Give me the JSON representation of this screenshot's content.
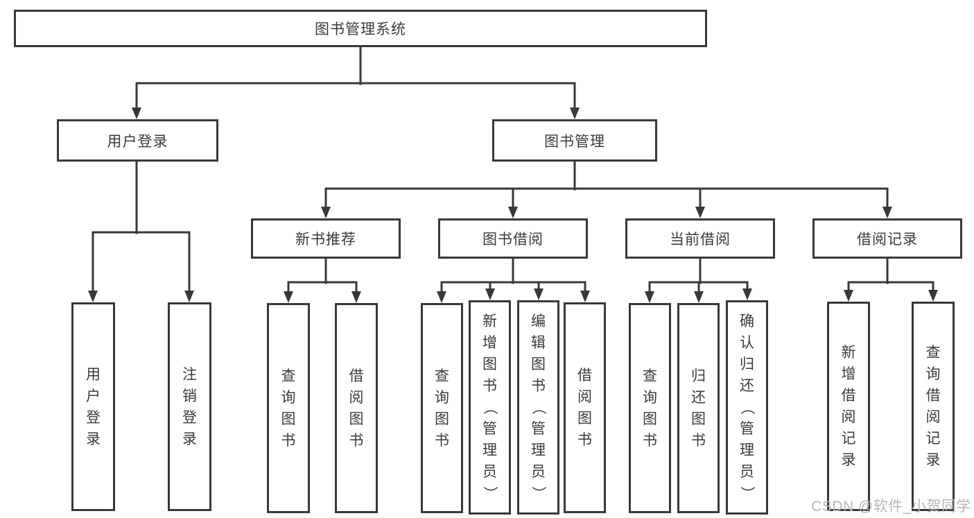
{
  "diagram": {
    "root": {
      "label": "图书管理系统"
    },
    "level2": [
      {
        "label": "用户登录"
      },
      {
        "label": "图书管理"
      }
    ],
    "level3": [
      {
        "label": "新书推荐"
      },
      {
        "label": "图书借阅"
      },
      {
        "label": "当前借阅"
      },
      {
        "label": "借阅记录"
      }
    ],
    "leaves": {
      "user_login": [
        "用户登录",
        "注销登录"
      ],
      "new_books": [
        "查询图书",
        "借阅图书"
      ],
      "borrow": [
        "查询图书",
        "新增图书（管理员）",
        "编辑图书（管理员）",
        "借阅图书"
      ],
      "current": [
        "查询图书",
        "归还图书",
        "确认归还（管理员）"
      ],
      "records": [
        "新增借阅记录",
        "查询借阅记录"
      ]
    },
    "watermark": "CSDN @软件_小贺同学",
    "colors": {
      "line": "#383838",
      "text": "#3a3a3a",
      "watermark": "#b7b7b7",
      "background": "#ffffff"
    }
  }
}
